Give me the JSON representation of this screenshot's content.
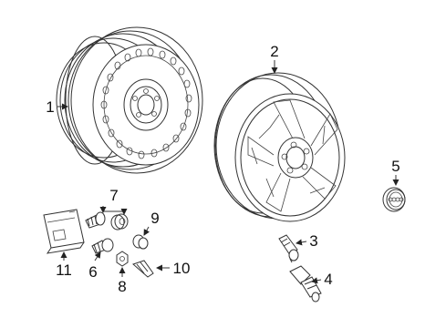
{
  "diagram": {
    "callouts": [
      {
        "id": "steel-wheel",
        "label": "1"
      },
      {
        "id": "alloy-wheel",
        "label": "2"
      },
      {
        "id": "tpms-valve-stem",
        "label": "3"
      },
      {
        "id": "tpms-sensor",
        "label": "4"
      },
      {
        "id": "center-cap",
        "label": "5"
      },
      {
        "id": "wheel-bolt",
        "label": "6"
      },
      {
        "id": "lock-bolt-set",
        "label": "7"
      },
      {
        "id": "lock-adapter",
        "label": "8"
      },
      {
        "id": "bolt-cap",
        "label": "9"
      },
      {
        "id": "puller-clip",
        "label": "10"
      },
      {
        "id": "lock-code-card",
        "label": "11"
      }
    ]
  },
  "colors": {
    "line": "#333333",
    "background": "#ffffff"
  }
}
